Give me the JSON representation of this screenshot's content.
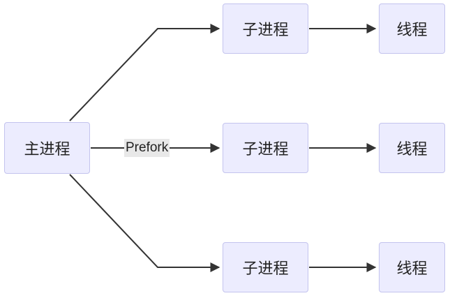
{
  "nodes": {
    "main": "主进程",
    "child_1": "子进程",
    "child_2": "子进程",
    "child_3": "子进程",
    "thread_1": "线程",
    "thread_2": "线程",
    "thread_3": "线程"
  },
  "edge_label": "Prefork",
  "colors": {
    "node_fill": "#ececfe",
    "node_border": "#c3c3ee",
    "edge": "#333333",
    "label_bg": "#e8e8e8"
  }
}
